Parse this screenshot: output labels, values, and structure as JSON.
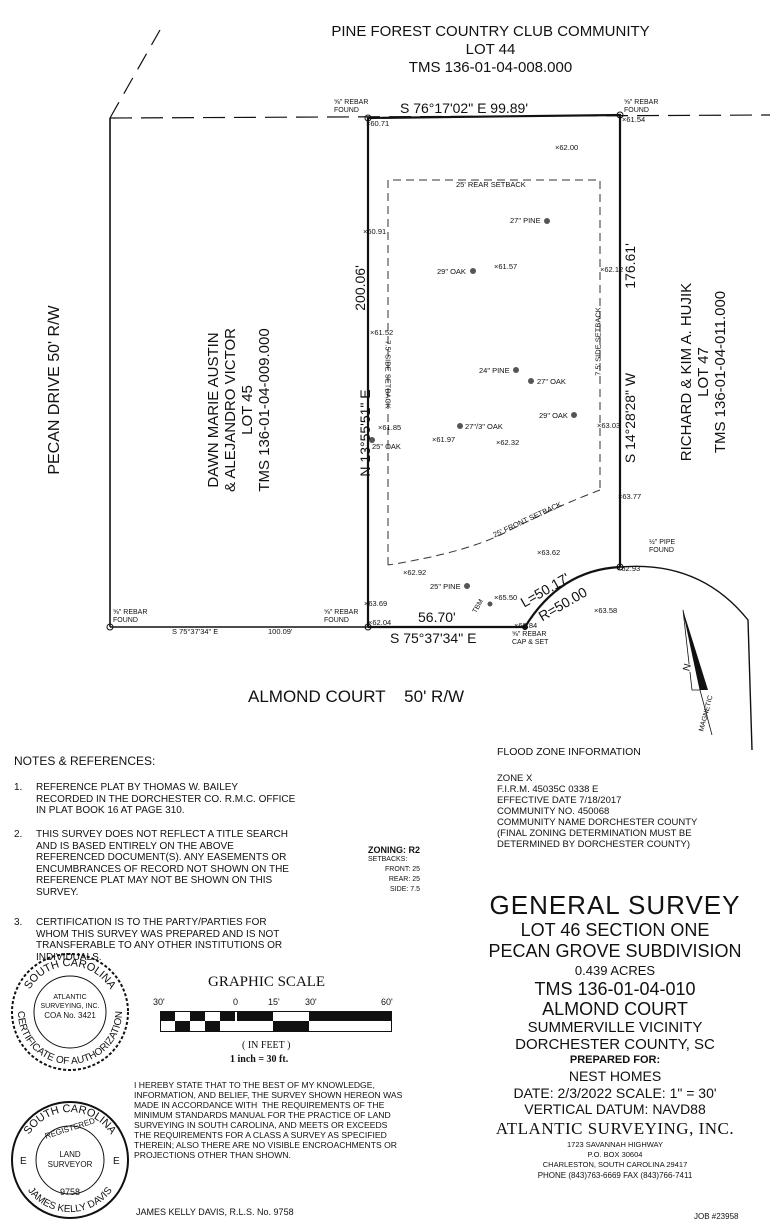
{
  "north_neighbor": {
    "community": "PINE FOREST COUNTRY CLUB COMMUNITY",
    "lot": "LOT 44",
    "tms": "TMS 136-01-04-008.000"
  },
  "west_neighbor": {
    "owner1": "DAWN MARIE AUSTIN",
    "owner2": "& ALEJANDRO VICTOR",
    "lot": "LOT 45",
    "tms": "TMS 136-01-04-009.000"
  },
  "east_neighbor": {
    "owner": "RICHARD & KIM A. HUJIK",
    "lot": "LOT 47",
    "tms": "TMS 136-01-04-011.000"
  },
  "roads": {
    "west": "PECAN DRIVE    50' R/W",
    "south": "ALMOND COURT    50' R/W"
  },
  "bearings": {
    "north": "S 76°17'02\" E  99.89'",
    "west": "N 13°55'51\" E",
    "west_dist": "200.06'",
    "east": "S 14°28'28\" W",
    "east_dist": "176.61'",
    "south": "S 75°37'34\" E",
    "south_dist": "56.70'",
    "south_small": "S 75°37'34\" E",
    "south_small_dist": "100.09'",
    "arc_l": "L=50.17'",
    "arc_r": "R=50.00"
  },
  "markers": {
    "rebar_nw": "⅝\" REBAR\nFOUND",
    "rebar_ne": "⅝\" REBAR\nFOUND",
    "rebar_sw_far": "⅝\" REBAR\nFOUND",
    "rebar_sw": "⅝\" REBAR\nFOUND",
    "rebar_set": "⅝\" REBAR\nCAP & SET",
    "pipe_found": "½\" PIPE\nFOUND",
    "tbm": "TBM"
  },
  "setbacks": {
    "rear": "25' REAR SETBACK",
    "side_left": "7.5' SIDE SETBACK",
    "side_right": "7.5' SIDE SETBACK",
    "front": "25' FRONT SETBACK"
  },
  "elevations": [
    "60.71",
    "61.54",
    "62.00",
    "60.91",
    "61.57",
    "62.12",
    "61.52",
    "61.85",
    "61.97",
    "62.32",
    "63.03",
    "63.77",
    "63.62",
    "62.92",
    "62.93",
    "63.69",
    "62.04",
    "62.84",
    "65.50",
    "63.58"
  ],
  "trees": {
    "t1": "27\" PINE",
    "t2": "29\" OAK",
    "t3": "24\" PINE",
    "t4": "27\" OAK",
    "t5": "29\" OAK",
    "t6": "27\"/3\" OAK",
    "t7": "25\" OAK",
    "t8": "25\" PINE"
  },
  "north_arrow": {
    "label": "N",
    "magnetic": "MAGNETIC"
  },
  "notes": {
    "heading": "NOTES & REFERENCES:",
    "n1_num": "1.",
    "n1": "REFERENCE PLAT BY THOMAS W. BAILEY\nRECORDED IN THE DORCHESTER CO. R.M.C. OFFICE\nIN PLAT BOOK 16 AT PAGE 310.",
    "n2_num": "2.",
    "n2": "THIS SURVEY DOES NOT REFLECT A TITLE SEARCH\nAND IS BASED ENTIRELY ON THE ABOVE\nREFERENCED DOCUMENT(S). ANY EASEMENTS OR\nENCUMBRANCES OF RECORD NOT SHOWN ON THE\nREFERENCE PLAT MAY NOT BE SHOWN ON THIS\nSURVEY.",
    "n3_num": "3.",
    "n3": "CERTIFICATION IS TO THE PARTY/PARTIES FOR\nWHOM THIS SURVEY WAS PREPARED AND IS NOT\nTRANSFERABLE TO ANY OTHER INSTITUTIONS OR\nINDIVIDUALS."
  },
  "zoning": {
    "title": "ZONING: R2",
    "setbacks_label": "SETBACKS:",
    "front": "FRONT:  25",
    "rear": "REAR:  25",
    "side": "SIDE:  7.5"
  },
  "flood": {
    "heading": "FLOOD ZONE INFORMATION",
    "zone": "ZONE X",
    "firm": "F.I.R.M. 45035C 0338 E",
    "effective": "EFFECTIVE DATE   7/18/2017",
    "community_no": "COMMUNITY NO.   450068",
    "community_name": "COMMUNITY NAME   DORCHESTER COUNTY",
    "final1": "(FINAL ZONING DETERMINATION MUST BE",
    "final2": "DETERMINED BY DORCHESTER COUNTY)"
  },
  "graphic_scale": {
    "title": "GRAPHIC SCALE",
    "l30": "30'",
    "l0": "0",
    "l15": "15'",
    "l30b": "30'",
    "l60": "60'",
    "in_feet": "( IN FEET )",
    "ratio": "1 inch =  30  ft."
  },
  "certification": "I HEREBY STATE THAT TO THE BEST OF MY KNOWLEDGE,\nINFORMATION, AND BELIEF, THE SURVEY SHOWN HEREON WAS\nMADE IN ACCORDANCE WITH  THE REQUIREMENTS OF THE\nMINIMUM STANDARDS MANUAL FOR THE PRACTICE OF LAND\nSURVEYING IN SOUTH CAROLINA, AND MEETS OR EXCEEDS\nTHE REQUIREMENTS FOR A CLASS A SURVEY AS SPECIFIED\nTHEREIN; ALSO THERE ARE NO VISIBLE ENCROACHMENTS OR\nPROJECTIONS OTHER THAN SHOWN.",
  "signature": "JAMES KELLY DAVIS, R.L.S. No. 9758",
  "seal1": {
    "top": "SOUTH CAROLINA",
    "bottom": "CERTIFICATE OF AUTHORIZATION",
    "l1": "ATLANTIC",
    "l2": "SURVEYING, INC.",
    "l3": "COA No. 3421"
  },
  "seal2": {
    "top": "SOUTH CAROLINA",
    "reg": "REGISTERED",
    "bottom": "JAMES KELLY DAVIS",
    "l1": "LAND",
    "l2": "SURVEYOR",
    "num": "9758"
  },
  "title_block": {
    "title": "GENERAL SURVEY",
    "lot": "LOT 46   SECTION ONE",
    "subdivision": "PECAN GROVE SUBDIVISION",
    "acres": "0.439 ACRES",
    "tms": "TMS 136-01-04-010",
    "street": "ALMOND COURT",
    "vicinity": "SUMMERVILLE VICINITY",
    "county": "DORCHESTER COUNTY, SC",
    "prepared_for_label": "PREPARED FOR:",
    "client": "NEST HOMES",
    "date_scale": "DATE: 2/3/2022  SCALE: 1\" = 30'",
    "datum": "VERTICAL DATUM:   NAVD88",
    "company": "ATLANTIC SURVEYING, INC.",
    "addr1": "1723 SAVANNAH HIGHWAY",
    "addr2": "P.O. BOX 30604",
    "addr3": "CHARLESTON, SOUTH CAROLINA 29417",
    "phone": "PHONE (843)763-6669   FAX (843)766-7411",
    "job": "JOB #23958"
  }
}
